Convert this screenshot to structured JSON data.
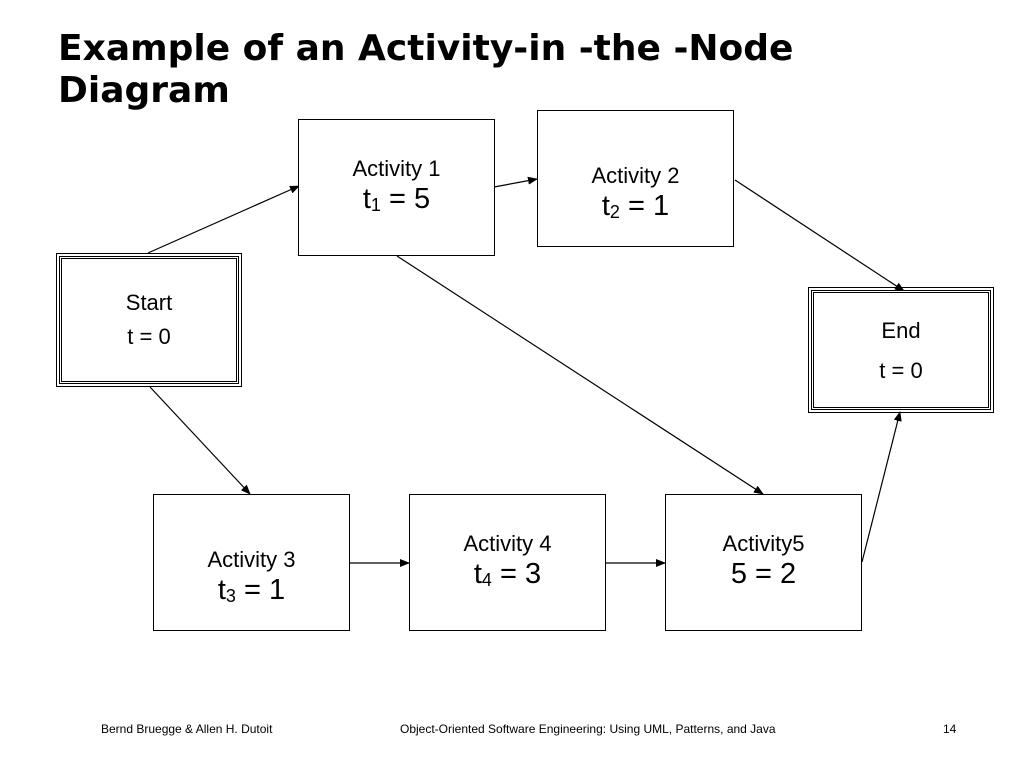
{
  "slide": {
    "title_line1": "Example of an Activity-in -the -Node",
    "title_line2": "Diagram",
    "footer_left": "Bernd Bruegge & Allen H. Dutoit",
    "footer_center": "Object-Oriented Software Engineering: Using UML, Patterns, and Java",
    "page_number": "14"
  },
  "nodes": {
    "start": {
      "label": "Start",
      "time": "t = 0"
    },
    "end": {
      "label": "End",
      "time": "t = 0"
    },
    "a1": {
      "label": "Activity 1",
      "var": "t",
      "sub": "1",
      "rest": " = 5"
    },
    "a2": {
      "label": "Activity 2",
      "var": "t",
      "sub": "2",
      "rest": " = 1"
    },
    "a3": {
      "label": "Activity 3",
      "var": "t",
      "sub": "3",
      "rest": " = 1"
    },
    "a4": {
      "label": "Activity 4",
      "var": "t",
      "sub": "4",
      "rest": " = 3"
    },
    "a5": {
      "label": "Activity5",
      "time": "5 = 2"
    }
  }
}
